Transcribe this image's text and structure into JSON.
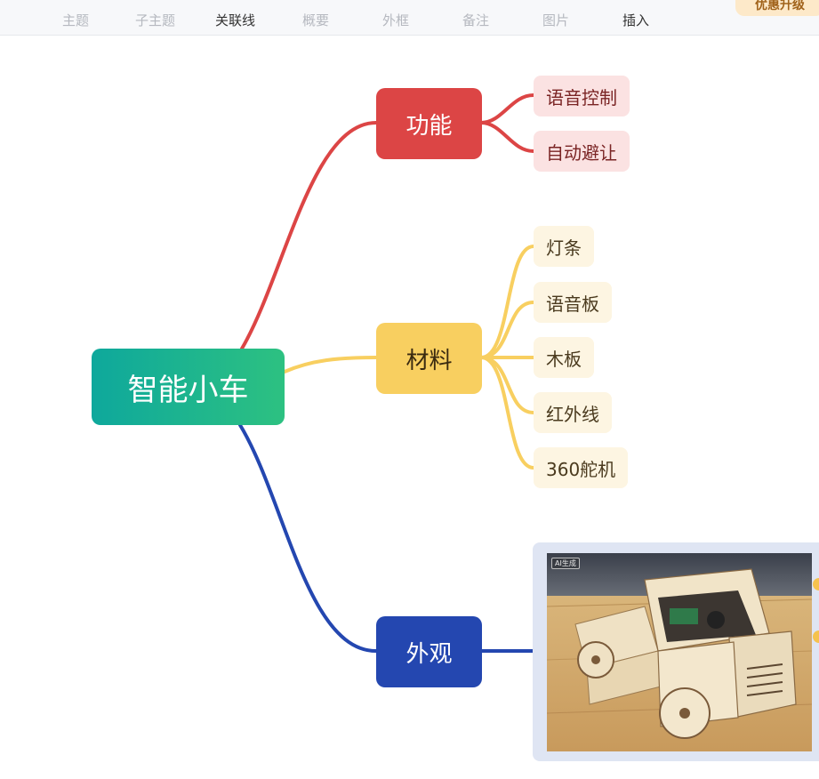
{
  "toolbar": {
    "items": [
      {
        "label": "主题",
        "active": false
      },
      {
        "label": "子主题",
        "active": false
      },
      {
        "label": "关联线",
        "active": true
      },
      {
        "label": "概要",
        "active": false
      },
      {
        "label": "外框",
        "active": false
      },
      {
        "label": "备注",
        "active": false
      },
      {
        "label": "图片",
        "active": false
      },
      {
        "label": "插入",
        "active": true
      }
    ],
    "upgrade_label": "优惠升级"
  },
  "mindmap": {
    "root": {
      "label": "智能小车"
    },
    "branches": [
      {
        "label": "功能",
        "color": "#dc4545",
        "children": [
          "语音控制",
          "自动避让"
        ]
      },
      {
        "label": "材料",
        "color": "#f8cf60",
        "children": [
          "灯条",
          "语音板",
          "木板",
          "红外线",
          "360舵机"
        ]
      },
      {
        "label": "外观",
        "color": "#2447b0",
        "image_badge": "AI生成"
      }
    ]
  },
  "colors": {
    "root_gradient_start": "#0ea89c",
    "root_gradient_end": "#2dc181",
    "red": "#dc4545",
    "yellow": "#f8cf60",
    "blue": "#2447b0"
  }
}
